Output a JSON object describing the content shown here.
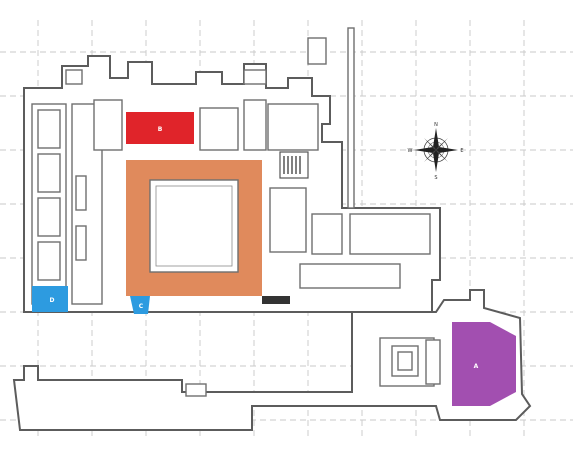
{
  "zones": [
    {
      "id": "zone-a",
      "label": "A",
      "color": "#a24fb0"
    },
    {
      "id": "zone-b",
      "label": "B",
      "color": "#e0242a"
    },
    {
      "id": "zone-c",
      "label": "C",
      "color": "#2d9be0"
    },
    {
      "id": "zone-d",
      "label": "D",
      "color": "#2d9be0"
    },
    {
      "id": "zone-cloister",
      "label": "",
      "color": "#e08a5c"
    }
  ],
  "compass": {
    "n": "N",
    "s": "S",
    "e": "E",
    "w": "W"
  },
  "colors": {
    "walls": "#6f6f6f",
    "grid": "#c9c9c9",
    "stairs": "#555555",
    "dark_strip": "#333333"
  }
}
